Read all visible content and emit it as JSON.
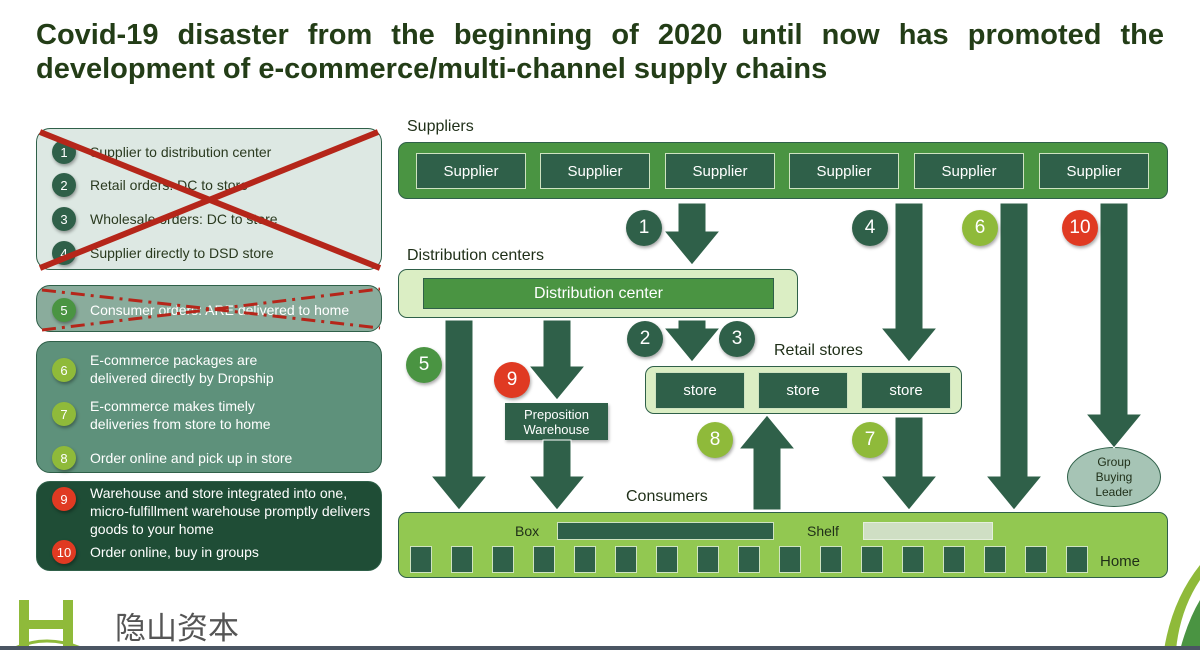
{
  "title": {
    "line1": "Covid-19 disaster from the beginning of 2020 until now has promoted the",
    "line2": "development of e-commerce/multi-channel supply chains"
  },
  "legend": [
    {
      "n": "1",
      "text": "Supplier to distribution center"
    },
    {
      "n": "2",
      "text": "Retail orders: DC to store"
    },
    {
      "n": "3",
      "text": "Wholesale orders: DC to store"
    },
    {
      "n": "4",
      "text": "Supplier directly to DSD store"
    },
    {
      "n": "5",
      "text": "Consumer orders: ARE delivered to home"
    },
    {
      "n": "6",
      "text": "E-commerce packages are delivered directly by Dropship"
    },
    {
      "n": "7",
      "text": "E-commerce makes timely deliveries from store to home"
    },
    {
      "n": "8",
      "text": "Order online and pick up in store"
    },
    {
      "n": "9",
      "text": "Warehouse and store integrated into one, micro-fulfillment warehouse promptly delivers goods to your home"
    },
    {
      "n": "10",
      "text": "Order online, buy in groups"
    }
  ],
  "diagram": {
    "suppliers_label": "Suppliers",
    "suppliers": [
      "Supplier",
      "Supplier",
      "Supplier",
      "Supplier",
      "Supplier",
      "Supplier"
    ],
    "dc_label": "Distribution centers",
    "dc": "Distribution center",
    "retail_label": "Retail stores",
    "stores": [
      "store",
      "store",
      "store"
    ],
    "preposition": "Preposition Warehouse",
    "group_buying": "Group Buying Leader",
    "consumers_label": "Consumers",
    "box": "Box",
    "shelf": "Shelf",
    "home": "Home",
    "home_units": 17
  },
  "logo": {
    "text": "隐山资本"
  },
  "colors": {
    "dark": "#2f6049",
    "medium": "#4a9442",
    "lime": "#8fba3a",
    "red": "#e03a22",
    "consumer": "#92c851"
  }
}
